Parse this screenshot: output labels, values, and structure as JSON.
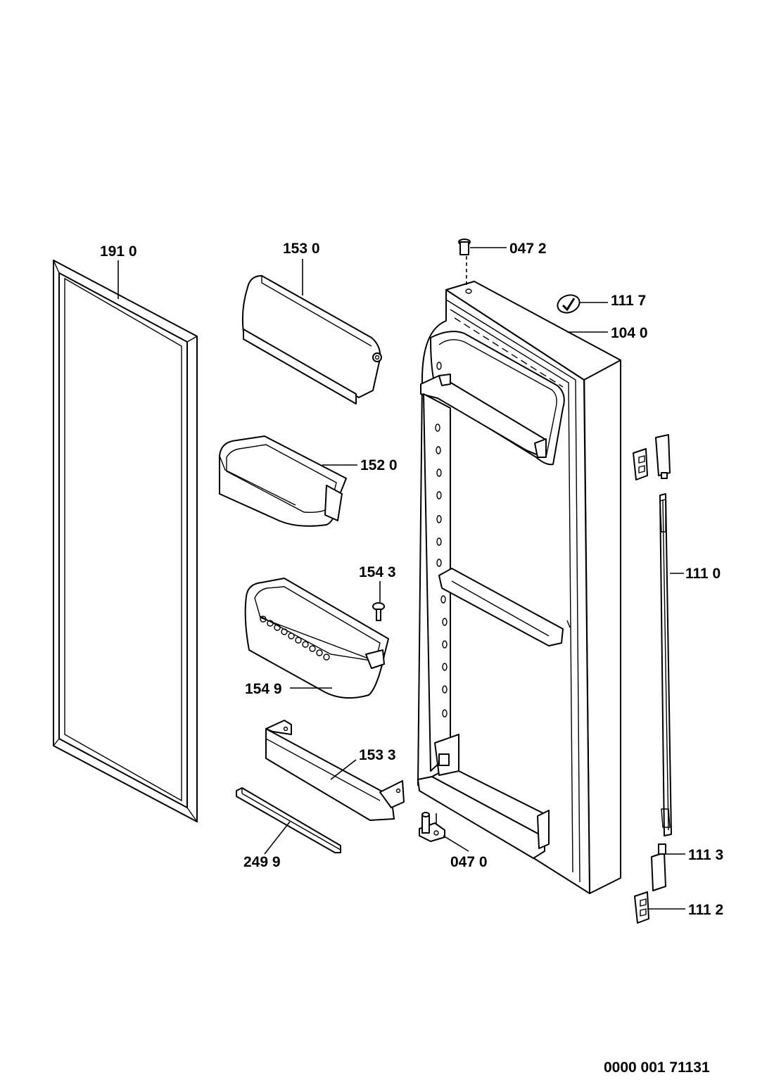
{
  "document_number": "0000 001 71131",
  "parts": {
    "door_gasket": "191 0",
    "dairy_compartment_cover": "153 0",
    "bottle_hinge_pin_top": "047 2",
    "logo_badge": "111 7",
    "door_assembly": "104 0",
    "door_shelf_upper": "152 0",
    "handle_rail": "111 0",
    "screw": "154 3",
    "bottle_shelf": "154 9",
    "bottle_guard": "153 3",
    "handle_end_cap_lower": "111 3",
    "bar_strip": "249 9",
    "hinge_pin_bottom": "047 0",
    "handle_clip_lower": "111 2"
  }
}
